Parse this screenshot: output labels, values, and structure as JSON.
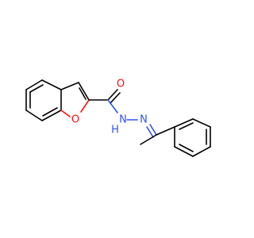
{
  "atoms": [
    {
      "id": "o_carbonyl",
      "label": "O",
      "color": "#ff0d0d"
    },
    {
      "id": "o_furan",
      "label": "O",
      "color": "#ff0d0d"
    },
    {
      "id": "n_amide",
      "label": "N",
      "color": "#3050f8"
    },
    {
      "id": "h_amide",
      "label": "H",
      "color": "#3050f8"
    },
    {
      "id": "n_imine",
      "label": "N",
      "color": "#3050f8"
    }
  ]
}
